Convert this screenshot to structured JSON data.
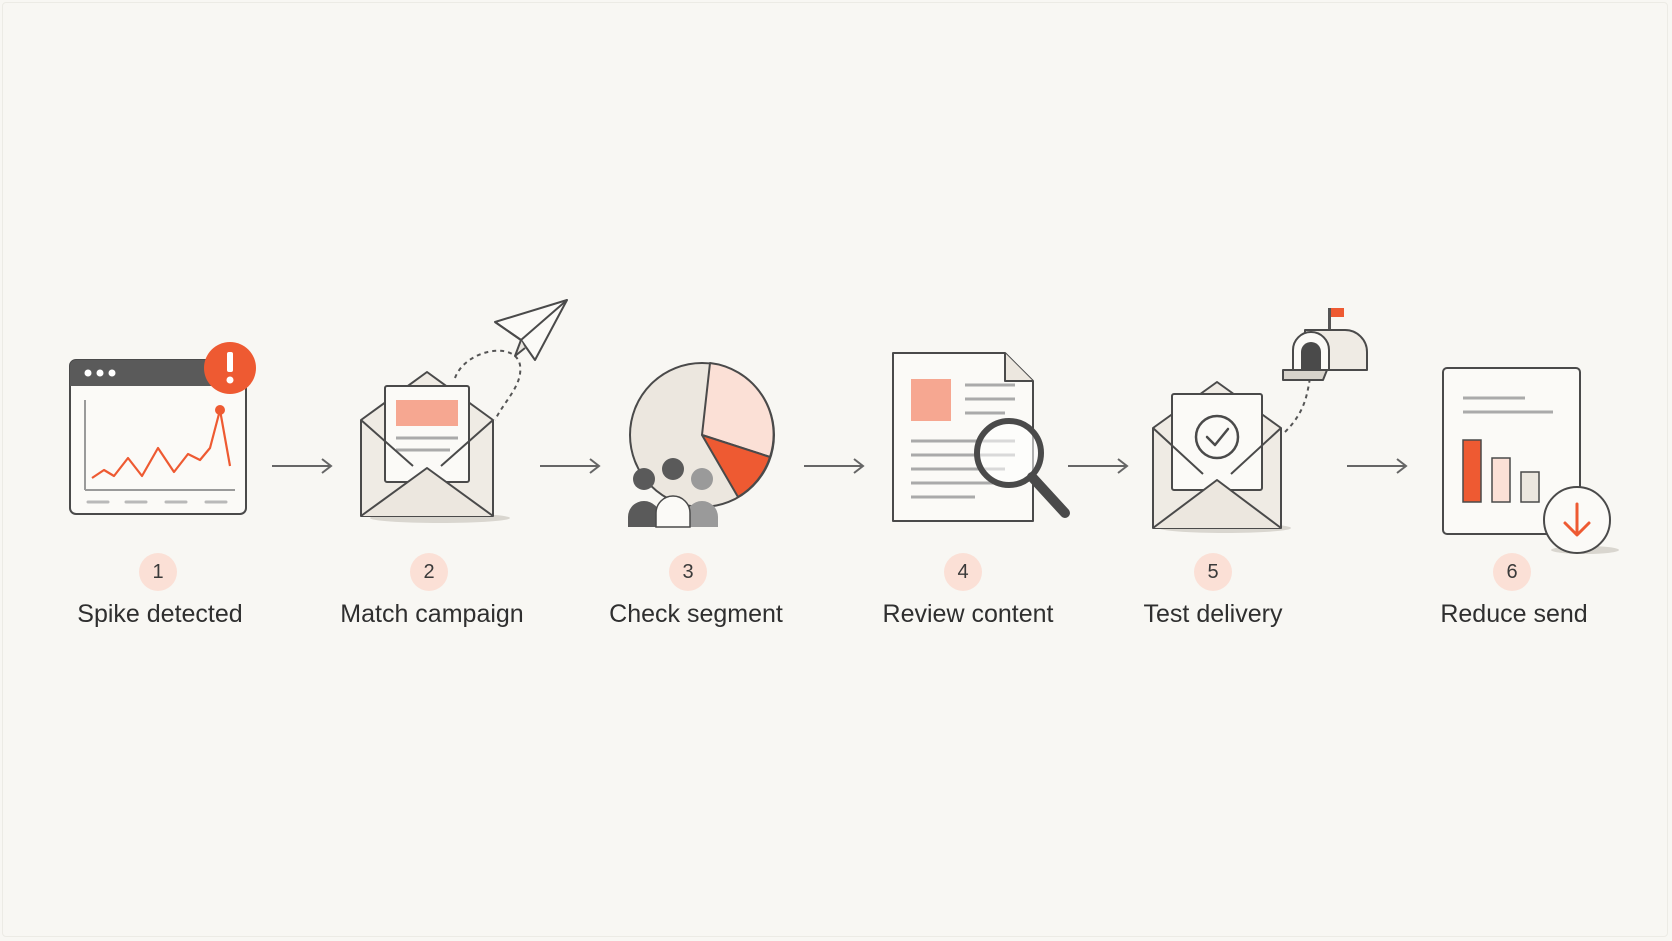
{
  "steps": [
    {
      "number": "1",
      "label": "Spike detected",
      "icon": "browser-chart-alert-icon"
    },
    {
      "number": "2",
      "label": "Match campaign",
      "icon": "envelope-paper-plane-icon"
    },
    {
      "number": "3",
      "label": "Check segment",
      "icon": "pie-chart-people-icon"
    },
    {
      "number": "4",
      "label": "Review content",
      "icon": "document-magnifier-icon"
    },
    {
      "number": "5",
      "label": "Test delivery",
      "icon": "envelope-check-mailbox-icon"
    },
    {
      "number": "6",
      "label": "Reduce send",
      "icon": "bar-chart-down-icon"
    }
  ],
  "colors": {
    "background": "#f8f7f3",
    "accent": "#ee5a32",
    "accent_light": "#f6a791",
    "badge": "#fbe0d6",
    "stroke": "#4a4a4a",
    "paper": "#efebe4"
  }
}
